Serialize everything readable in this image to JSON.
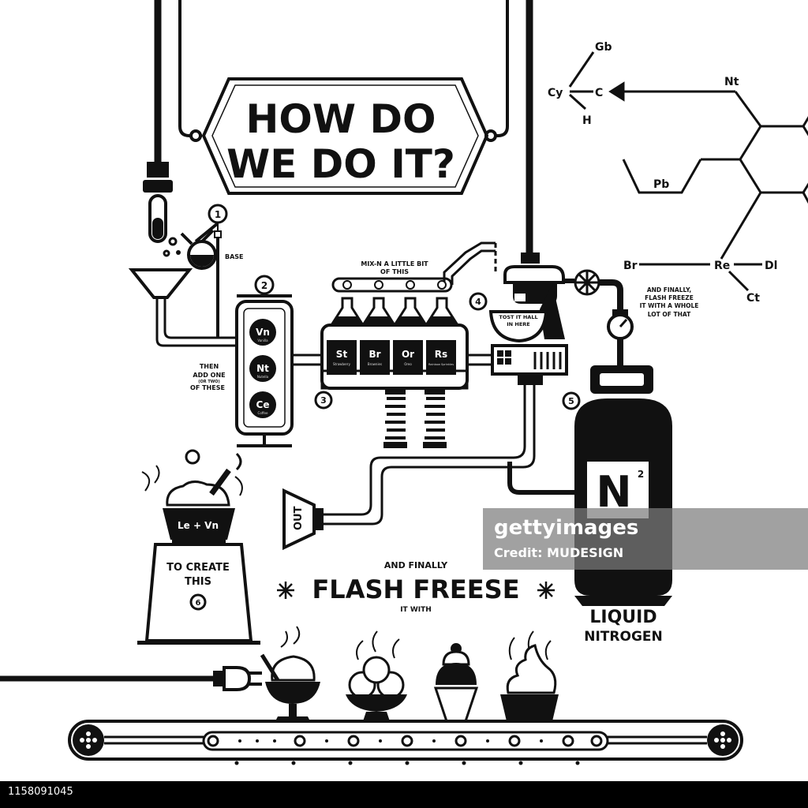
{
  "title": {
    "line1": "HOW DO",
    "line2": "WE DO IT?"
  },
  "steps": [
    "1",
    "2",
    "3",
    "4",
    "5",
    "6"
  ],
  "labels": {
    "base": "BASE",
    "mix_line1": "MIX-N A LITTLE BIT",
    "mix_line2": "OF THIS",
    "then_line1": "THEN",
    "then_line2": "ADD ONE",
    "then_line3": "(OR TWO)",
    "then_line4": "OF THESE",
    "tost_line1": "TOST IT HALL",
    "tost_line2": "IN HERE",
    "final_line1": "AND FINALLY,",
    "final_line2": "FLASH FREEZE",
    "final_line3": "IT WITH A WHOLE",
    "final_line4": "LOT OF THAT",
    "out": "OUT",
    "create_line1": "TO CREATE",
    "create_line2": "THIS",
    "and_finally": "AND FINALLY",
    "flash_freese": "FLASH FREESE",
    "it_with": "IT WITH",
    "liquid": "LIQUID",
    "nitrogen": "NITROGEN",
    "tank_symbol": "N",
    "tank_sup": "2",
    "bowl": "Le + Vn"
  },
  "column_elements": [
    {
      "symbol": "Vn",
      "name": "Vanilla"
    },
    {
      "symbol": "Nt",
      "name": "Nutella"
    },
    {
      "symbol": "Ce",
      "name": "Coffee"
    }
  ],
  "mixer_elements": [
    {
      "symbol": "St",
      "name": "Strawberry"
    },
    {
      "symbol": "Br",
      "name": "Brownies"
    },
    {
      "symbol": "Or",
      "name": "Oreo"
    },
    {
      "symbol": "Rs",
      "name": "Rainbow Sprinkles"
    }
  ],
  "molecule": {
    "gb": "Gb",
    "cy": "Cy",
    "c": "C",
    "h": "H",
    "nt": "Nt",
    "pb": "Pb",
    "br": "Br",
    "re": "Re",
    "dl": "Dl",
    "ct": "Ct"
  },
  "watermark": {
    "brand": "gettyimages",
    "credit": "Credit: MUDESIGN"
  },
  "footer_id": "1158091045",
  "colors": {
    "ink": "#111111",
    "paper": "#ffffff",
    "watermark_bg": "#7d7d7d"
  }
}
